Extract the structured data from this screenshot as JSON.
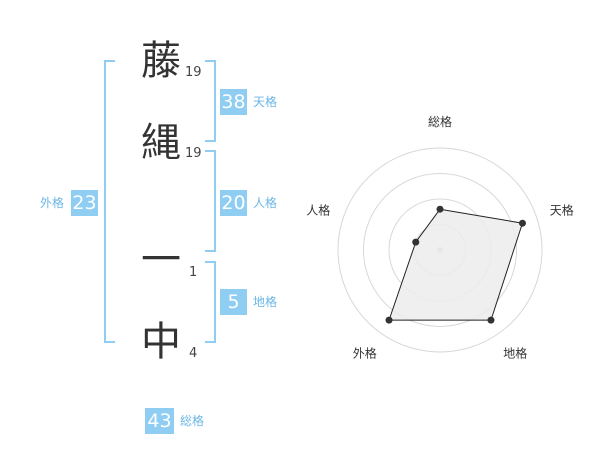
{
  "name": {
    "characters": [
      {
        "char": "藤",
        "strokes": "19"
      },
      {
        "char": "縄",
        "strokes": "19"
      },
      {
        "char": "一",
        "strokes": "1"
      },
      {
        "char": "中",
        "strokes": "4"
      }
    ]
  },
  "kakusu": {
    "tenkaku": {
      "value": "38",
      "label": "天格"
    },
    "jinkaku": {
      "value": "20",
      "label": "人格"
    },
    "chikaku": {
      "value": "5",
      "label": "地格"
    },
    "gaikaku": {
      "value": "23",
      "label": "外格"
    },
    "soukaku": {
      "value": "43",
      "label": "総格"
    }
  },
  "chart_data": {
    "type": "radar",
    "axes": [
      "総格",
      "天格",
      "地格",
      "外格",
      "人格"
    ],
    "values": [
      0.4,
      0.85,
      0.85,
      0.85,
      0.25
    ],
    "rings": 4,
    "colors": {
      "fill": "#ececec",
      "line": "#222222",
      "grid": "#d8d8d8",
      "center": "#cccccc"
    }
  }
}
